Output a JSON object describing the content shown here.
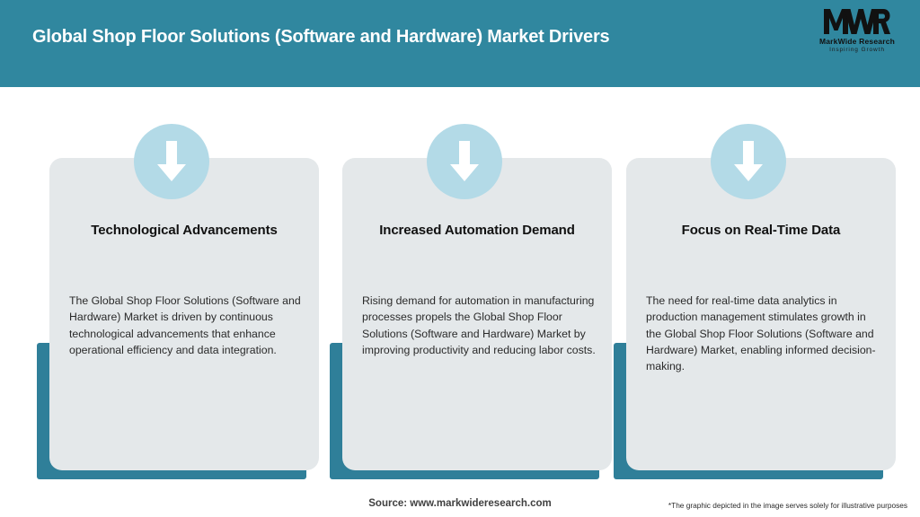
{
  "header": {
    "title": "Global Shop Floor Solutions (Software and Hardware) Market Drivers",
    "background_color": "#30879F",
    "title_color": "#FFFFFF"
  },
  "logo": {
    "mark": "MWR",
    "name": "MarkWide Research",
    "tagline": "Inspiring Growth"
  },
  "theme": {
    "teal": "#2F7F99",
    "card_gray": "#E4E8EA",
    "circle_blue": "#B3DAE7",
    "arrow_white": "#FFFFFF"
  },
  "cards": [
    {
      "icon": "arrow-down-icon",
      "title": "Technological Advancements",
      "body": "The Global Shop Floor Solutions (Software and Hardware) Market is driven by continuous technological advancements that enhance operational efficiency and data integration."
    },
    {
      "icon": "arrow-down-icon",
      "title": "Increased Automation Demand",
      "body": "Rising demand for automation in manufacturing processes propels the Global Shop Floor Solutions (Software and Hardware) Market by improving productivity and reducing labor costs."
    },
    {
      "icon": "arrow-down-icon",
      "title": "Focus on Real-Time Data",
      "body": "The need for real-time data analytics in production management stimulates growth in the Global Shop Floor Solutions (Software and Hardware) Market, enabling informed decision-making."
    }
  ],
  "footer": {
    "source": "Source: www.markwideresearch.com",
    "disclaimer": "*The graphic depicted in the image serves solely for illustrative purposes"
  }
}
